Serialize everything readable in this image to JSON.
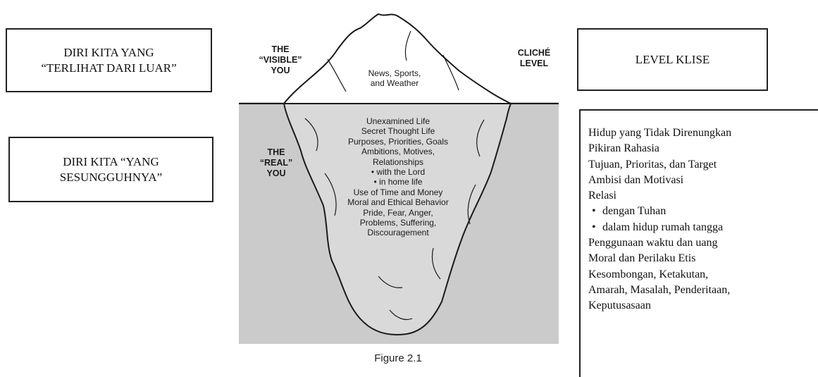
{
  "boxes": {
    "visible_self": [
      "DIRI KITA YANG",
      "“TERLIHAT DARI LUAR”"
    ],
    "real_self": [
      "DIRI KITA “YANG",
      "SESUNGGUHNYA”"
    ],
    "cliche_level": "LEVEL KLISE"
  },
  "translation": {
    "lines": [
      "Hidup yang Tidak Direnungkan",
      "Pikiran Rahasia",
      "Tujuan, Prioritas, dan Target",
      "Ambisi dan Motivasi",
      "Relasi"
    ],
    "bullets": [
      "dengan Tuhan",
      "dalam hidup rumah tangga"
    ],
    "lines_after": [
      "Penggunaan waktu dan uang",
      "Moral dan Perilaku Etis",
      "Kesombongan, Ketakutan,",
      "Amarah, Masalah, Penderitaan,",
      "Keputusasaan"
    ]
  },
  "figure": {
    "visible_label": [
      "THE",
      "“VISIBLE”",
      "YOU"
    ],
    "cliche_label": [
      "CLICHÉ",
      "LEVEL"
    ],
    "real_label": [
      "THE",
      "“REAL”",
      "YOU"
    ],
    "above_water": [
      "News, Sports,",
      "and Weather"
    ],
    "below_water": [
      "Unexamined Life",
      "Secret Thought Life",
      "Purposes, Priorities, Goals",
      "Ambitions, Motives,",
      "Relationships",
      "• with the Lord",
      "• in home life",
      "Use of Time and Money",
      "Moral and Ethical Behavior",
      "Pride, Fear, Anger,",
      "Problems, Suffering,",
      "Discouragement"
    ],
    "caption": "Figure 2.1",
    "colors": {
      "water": "#cbcbcb",
      "ice_outline": "#1a1a1a",
      "ice_above": "#ffffff",
      "ice_below": "#d9d9d9"
    }
  }
}
